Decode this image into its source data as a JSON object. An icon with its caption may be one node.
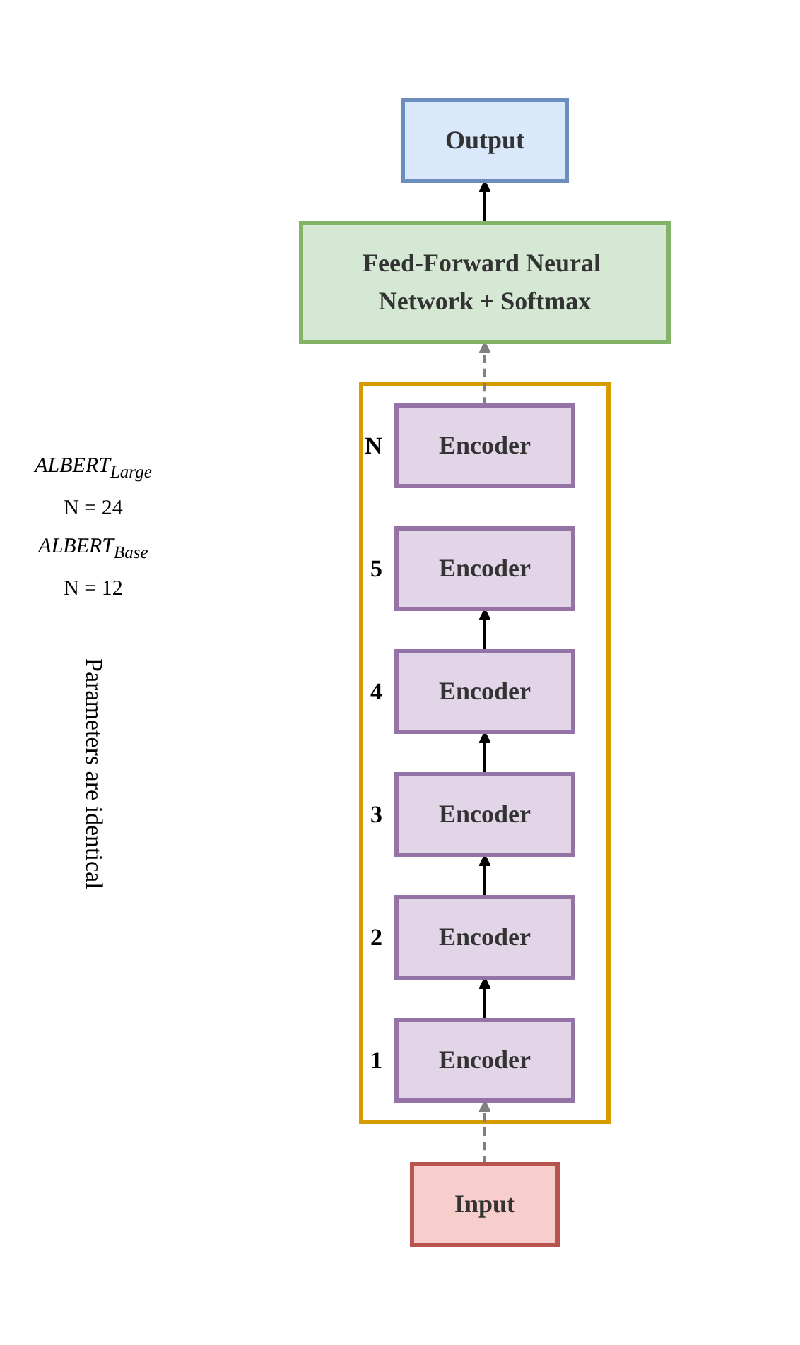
{
  "diagram": {
    "nodes": [
      {
        "text": [
          "Feed-Forward Neural Network + Softmax"
        ]
      },
      {
        "text": [
          "Output"
        ]
      },
      {
        "text": [],
        "shape": "box"
      },
      {
        "text": [
          "Encoder"
        ],
        "in": 2,
        "beside": [
          "N"
        ]
      },
      {
        "text": [
          "Encoder"
        ],
        "in": 2,
        "beside": [
          "5"
        ]
      },
      {
        "text": [
          "Encoder"
        ],
        "in": 2,
        "beside": [
          "4"
        ]
      },
      {
        "text": [
          "Encoder"
        ],
        "in": 2,
        "beside": [
          "3"
        ]
      },
      {
        "text": [
          "Encoder"
        ],
        "in": 2,
        "beside": [
          "2"
        ]
      },
      {
        "text": [
          "Encoder"
        ],
        "in": 2,
        "beside": [
          "1"
        ]
      },
      {
        "text": [
          "Input"
        ]
      }
    ],
    "edges": [
      {
        "from": 0,
        "to": 1,
        "arrow": "to"
      },
      {
        "from": 3,
        "to": 0,
        "arrow": "to",
        "style": "dashed",
        "color": "#808080"
      },
      {
        "from": 8,
        "to": 7,
        "arrow": "to"
      },
      {
        "from": 7,
        "to": 6,
        "arrow": "to"
      },
      {
        "from": 6,
        "to": 5,
        "arrow": "to"
      },
      {
        "from": 5,
        "to": 4,
        "arrow": "to"
      },
      {
        "from": 9,
        "to": 8,
        "arrow": "to",
        "style": "dashed",
        "color": "#808080"
      }
    ],
    "labels": [
      "ALBERT$_{Large}$",
      "N = 24",
      "ALBERT$_{Base}$",
      "N = 12",
      "Parameters are identical"
    ]
  }
}
